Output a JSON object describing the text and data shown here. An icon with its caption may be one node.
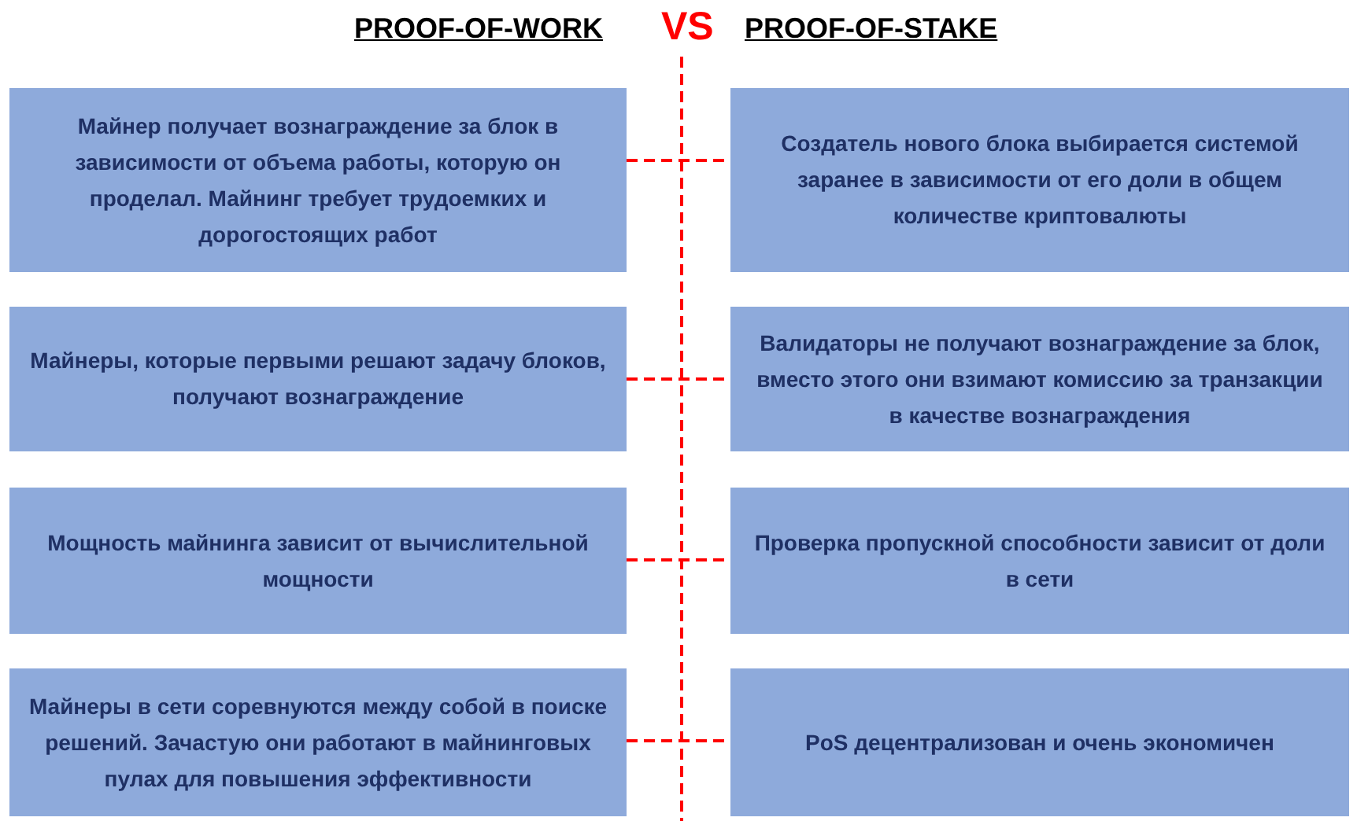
{
  "diagram": {
    "nodes": [
      {
        "text": [
          "Майнер получает вознаграждение за блок в зависимости от объема работы, которую он проделал. Майнинг требует трудоемких и дорогостоящих работ"
        ]
      },
      {
        "text": [
          "Создатель нового блока выбирается системой заранее в зависимости от его доли в общем количестве криптовалюты"
        ]
      },
      {
        "text": [
          "Майнеры, которые первыми решают задачу блоков, получают вознаграждение"
        ]
      },
      {
        "text": [
          "Валидаторы не получают вознаграждение за блок, вместо этого они взимают комиссию за транзакции в качестве вознаграждения"
        ]
      },
      {
        "text": [
          "Мощность майнинга зависит от вычислительной мощности"
        ]
      },
      {
        "text": [
          "Проверка пропускной способности зависит от доли в сети"
        ]
      },
      {
        "text": [
          "Майнеры в сети соревнуются между собой в поиске решений. Зачастую они работают в майнинговых пулах для повышения эффективности"
        ]
      },
      {
        "text": [
          "PoS децентрализован и очень экономичен"
        ]
      }
    ],
    "edges": [
      {
        "from": 0,
        "to": 1,
        "arrow": "none",
        "style": "dashed",
        "color": "#ff0000"
      },
      {
        "from": 2,
        "to": 3,
        "arrow": "none",
        "style": "dashed",
        "color": "#ff0000"
      },
      {
        "from": 4,
        "to": 5,
        "arrow": "none",
        "style": "dashed",
        "color": "#ff0000"
      },
      {
        "from": 6,
        "to": 7,
        "arrow": "none",
        "style": "dashed",
        "color": "#ff0000"
      }
    ],
    "labels": [
      "PROOF-OF-WORK",
      "VS",
      "PROOF-OF-STAKE"
    ]
  }
}
